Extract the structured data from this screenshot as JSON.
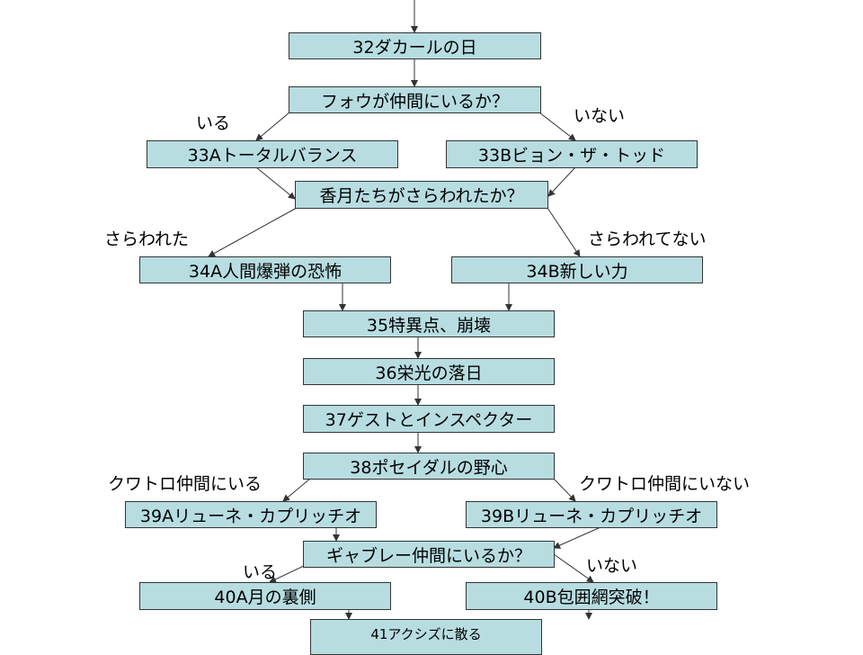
{
  "colors": {
    "box_fill": "#b7dde1",
    "line": "#333333"
  },
  "nodes": {
    "n32": "32ダカールの日",
    "q_fou": "フォウが仲間にいるか？",
    "n33a": "33Aトータルバランス",
    "n33b": "33Bビョン・ザ・トッド",
    "q_kazuki": "香月たちがさらわれたか？",
    "n34a": "34A人間爆弾の恐怖",
    "n34b": "34B新しい力",
    "n35": "35特異点、崩壊",
    "n36": "36栄光の落日",
    "n37": "37ゲストとインスペクター",
    "n38": "38ポセイダルの野心",
    "n39a": "39Aリューネ・カプリッチオ",
    "n39b": "39Bリューネ・カプリッチオ",
    "q_gavlet": "ギャブレー仲間にいるか？",
    "n40a": "40A月の裏側",
    "n40b": "40B包囲網突破！",
    "n41": "41アクシズに散る"
  },
  "labels": {
    "fou_yes": "いる",
    "fou_no": "いない",
    "kazuki_yes": "さらわれた",
    "kazuki_no": "さらわれてない",
    "quattro_yes": "クワトロ仲間にいる",
    "quattro_no": "クワトロ仲間にいない",
    "gavlet_yes": "いる",
    "gavlet_no": "いない"
  }
}
